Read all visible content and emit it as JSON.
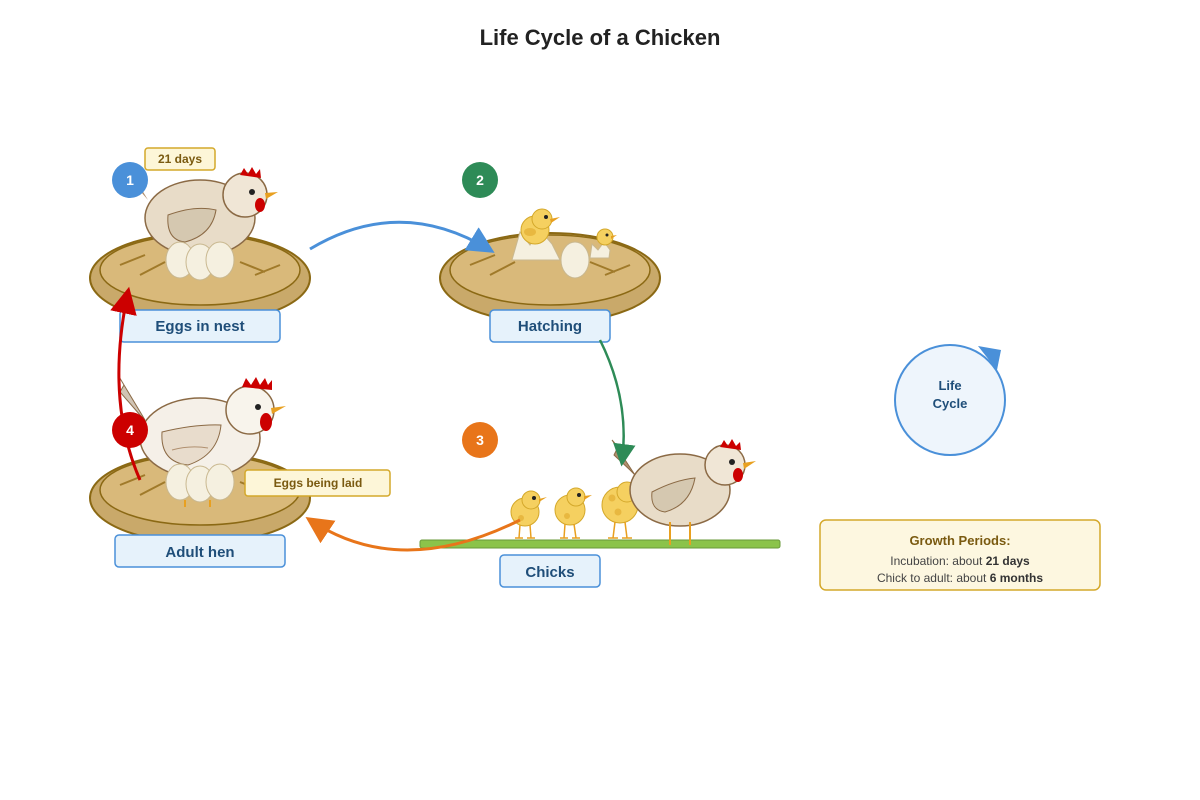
{
  "title": "Life Cycle of a Chicken",
  "stages": [
    {
      "number": "1",
      "label": "Eggs in nest",
      "color": "#4a90d9"
    },
    {
      "number": "2",
      "label": "Hatching",
      "color": "#2e8b57"
    },
    {
      "number": "3",
      "label": "Chicks",
      "color": "#e8751a"
    },
    {
      "number": "4",
      "label": "Adult hen",
      "color": "#cc0000"
    }
  ],
  "notes": {
    "incubation_tag": "21 days",
    "laying_tag": "Eggs being laid"
  },
  "cycle_badge": {
    "line1": "Life",
    "line2": "Cycle",
    "color": "#4a90d9"
  },
  "legend": {
    "title": "Growth Periods:",
    "line1_prefix": "Incubation: about ",
    "line1_value": "21 days",
    "line2_prefix": "Chick to adult: about ",
    "line2_value": "6 months"
  },
  "arrows": [
    {
      "from": "Eggs in nest",
      "to": "Hatching",
      "color": "#4a90d9"
    },
    {
      "from": "Hatching",
      "to": "Chicks",
      "color": "#2e8b57"
    },
    {
      "from": "Chicks",
      "to": "Adult hen",
      "color": "#e8751a"
    },
    {
      "from": "Adult hen",
      "to": "Eggs in nest",
      "color": "#cc0000"
    }
  ]
}
